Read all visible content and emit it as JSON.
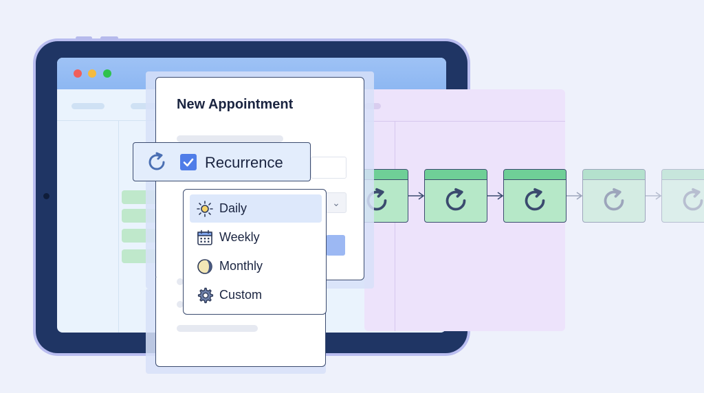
{
  "dialog": {
    "title": "New Appointment"
  },
  "recurrence": {
    "label": "Recurrence",
    "checked": true,
    "icon": "refresh-icon"
  },
  "dropdown": {
    "selected": "Daily",
    "options": [
      {
        "label": "Daily",
        "icon": "sun-icon"
      },
      {
        "label": "Weekly",
        "icon": "calendar-icon"
      },
      {
        "label": "Monthly",
        "icon": "moon-icon"
      },
      {
        "label": "Custom",
        "icon": "gear-icon"
      }
    ]
  },
  "chain": {
    "icon": "refresh-icon",
    "occurrences": 5
  },
  "colors": {
    "accent": "#4f7de8",
    "occurrence_fill": "#b6e8c8",
    "occurrence_border": "#3a4a6e",
    "panel": "#ede3fb"
  }
}
